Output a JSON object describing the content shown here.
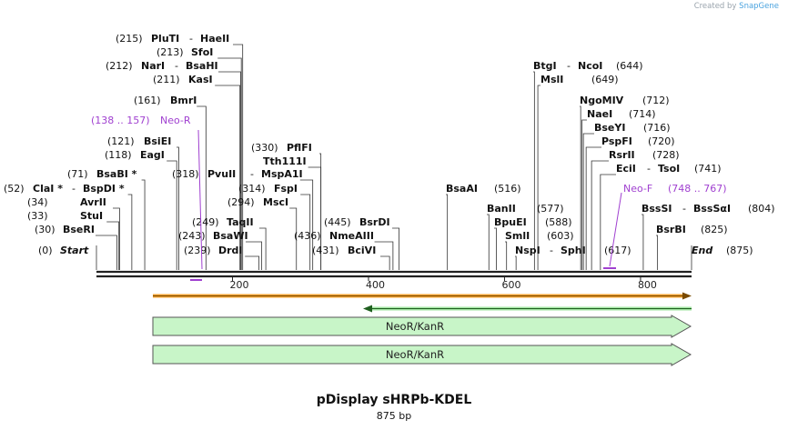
{
  "credit": {
    "prefix": "Created by",
    "brand": "SnapGene"
  },
  "title": "pDisplay sHRPb-KDEL",
  "subtitle": "875 bp",
  "sequence": {
    "length": 875,
    "ticks": [
      200,
      400,
      600,
      800
    ]
  },
  "sites": [
    {
      "num": "(215)",
      "name": "PluTI",
      "pair": "HaeII",
      "pos": 215
    },
    {
      "num": "(213)",
      "name": "SfoI",
      "pos": 213
    },
    {
      "num": "(212)",
      "name": "NarI",
      "pair": "BsaHI",
      "pos": 212
    },
    {
      "num": "(211)",
      "name": "KasI",
      "pos": 211
    },
    {
      "num": "(161)",
      "name": "BmrI",
      "pos": 161
    },
    {
      "num": "(121)",
      "name": "BsiEI",
      "pos": 121
    },
    {
      "num": "(118)",
      "name": "EagI",
      "pos": 118
    },
    {
      "num": "(71)",
      "name": "BsaBI *",
      "pos": 71
    },
    {
      "num": "(52)",
      "name": "ClaI *",
      "pair": "BspDI *",
      "pos": 52
    },
    {
      "num": "(34)",
      "name": "AvrII",
      "pos": 34
    },
    {
      "num": "(33)",
      "name": "StuI",
      "pos": 33
    },
    {
      "num": "(30)",
      "name": "BseRI",
      "pos": 30
    },
    {
      "num": "(330)",
      "name": "PflFI",
      "pos": 330
    },
    {
      "num": "",
      "name": "Tth111I",
      "pos": 330
    },
    {
      "num": "(318)",
      "name": "PvuII",
      "pair": "MspA1I",
      "pos": 318
    },
    {
      "num": "(314)",
      "name": "FspI",
      "pos": 314
    },
    {
      "num": "(294)",
      "name": "MscI",
      "pos": 294
    },
    {
      "num": "(249)",
      "name": "TaqII",
      "pos": 249
    },
    {
      "num": "(243)",
      "name": "BsaWI",
      "pos": 243
    },
    {
      "num": "(239)",
      "name": "DrdI",
      "pos": 239
    },
    {
      "num": "(445)",
      "name": "BsrDI",
      "pos": 445
    },
    {
      "num": "(436)",
      "name": "NmeAIII",
      "pos": 436
    },
    {
      "num": "(431)",
      "name": "BciVI",
      "pos": 431
    },
    {
      "num": "(516)",
      "name": "BsaAI",
      "pos": 516
    },
    {
      "num": "(577)",
      "name": "BanII",
      "pos": 577
    },
    {
      "num": "(588)",
      "name": "BpuEI",
      "pos": 588
    },
    {
      "num": "(603)",
      "name": "SmlI",
      "pos": 603
    },
    {
      "num": "(617)",
      "name": "NspI",
      "pair": "SphI",
      "pos": 617
    },
    {
      "num": "(644)",
      "name": "BtgI",
      "pair": "NcoI",
      "pos": 644
    },
    {
      "num": "(649)",
      "name": "MslI",
      "pos": 649
    },
    {
      "num": "(712)",
      "name": "NgoMIV",
      "pos": 712
    },
    {
      "num": "(714)",
      "name": "NaeI",
      "pos": 714
    },
    {
      "num": "(716)",
      "name": "BseYI",
      "pos": 716
    },
    {
      "num": "(720)",
      "name": "PspFI",
      "pos": 720
    },
    {
      "num": "(728)",
      "name": "RsrII",
      "pos": 728
    },
    {
      "num": "(741)",
      "name": "EciI",
      "pair": "TsoI",
      "pos": 741
    },
    {
      "num": "(804)",
      "name": "BssSI",
      "pair": "BssSαI",
      "pos": 804
    },
    {
      "num": "(825)",
      "name": "BsrBI",
      "pos": 825
    }
  ],
  "ends": {
    "start": {
      "num": "(0)",
      "label": "Start"
    },
    "end": {
      "label": "End",
      "num": "(875)"
    }
  },
  "primers": [
    {
      "label": "Neo-R",
      "range": "(138 .. 157)",
      "color": "#a040d0"
    },
    {
      "label": "Neo-F",
      "range": "(748 .. 767)",
      "color": "#a040d0"
    }
  ],
  "features": [
    {
      "label": "NeoR/KanR",
      "color": "#c8f5c8"
    },
    {
      "label": "NeoR/KanR",
      "color": "#c8f5c8"
    }
  ],
  "colors": {
    "orf_orange": "#f0a030",
    "orf_green": "#2e8b2e",
    "feature_fill": "#c8f5c8",
    "feature_stroke": "#555555",
    "primer": "#a040d0"
  }
}
